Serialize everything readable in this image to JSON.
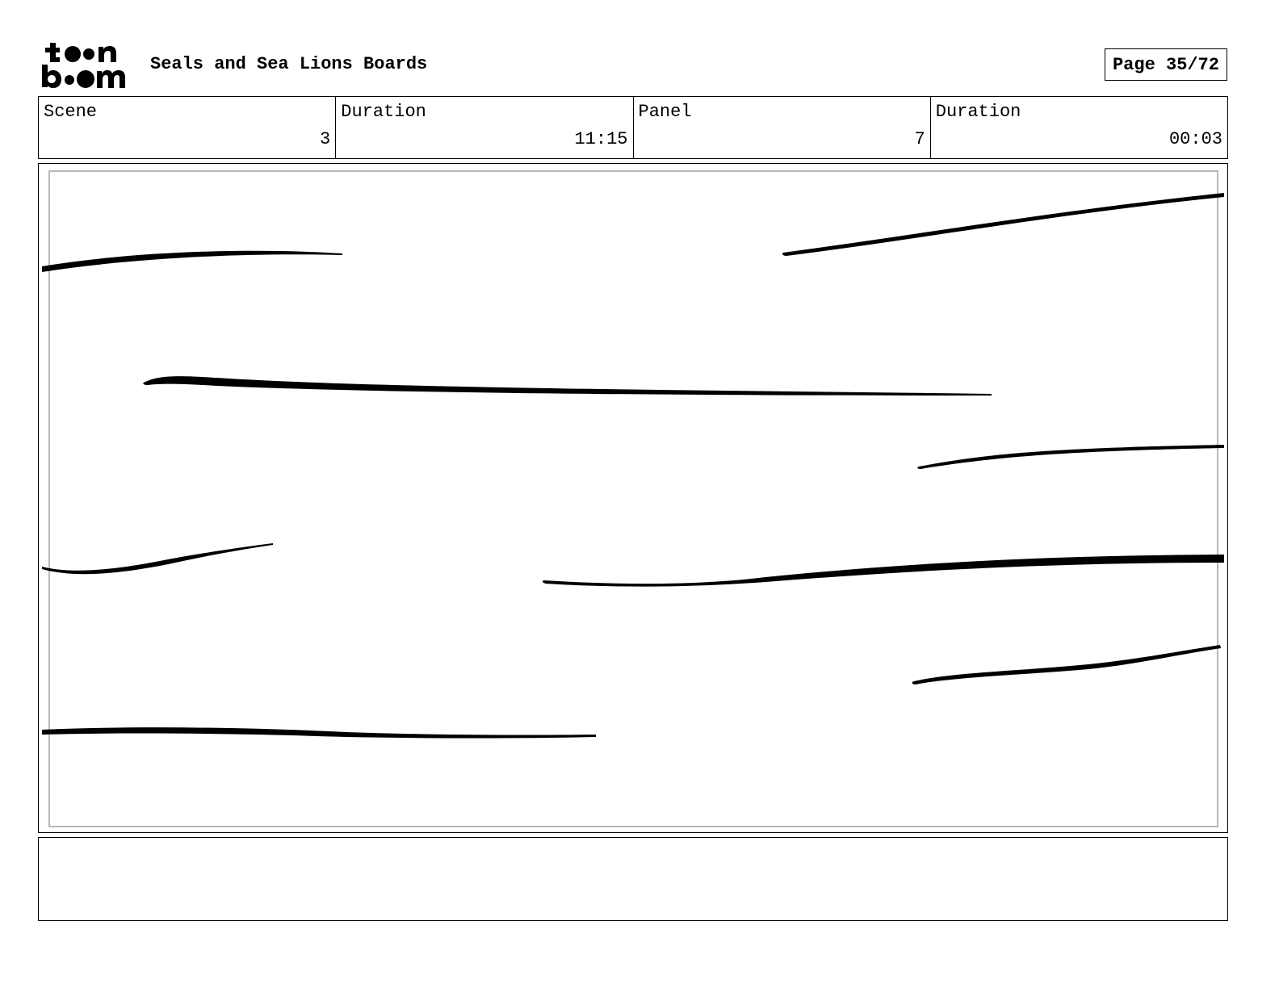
{
  "header": {
    "logo_top": "toon",
    "logo_bottom": "boom",
    "title": "Seals and Sea Lions Boards",
    "page_label": "Page 35/72"
  },
  "info": {
    "scene_label": "Scene",
    "scene_value": "3",
    "scene_duration_label": "Duration",
    "scene_duration_value": "11:15",
    "panel_label": "Panel",
    "panel_value": "7",
    "panel_duration_label": "Duration",
    "panel_duration_value": "00:03"
  },
  "notes": {
    "text": ""
  }
}
